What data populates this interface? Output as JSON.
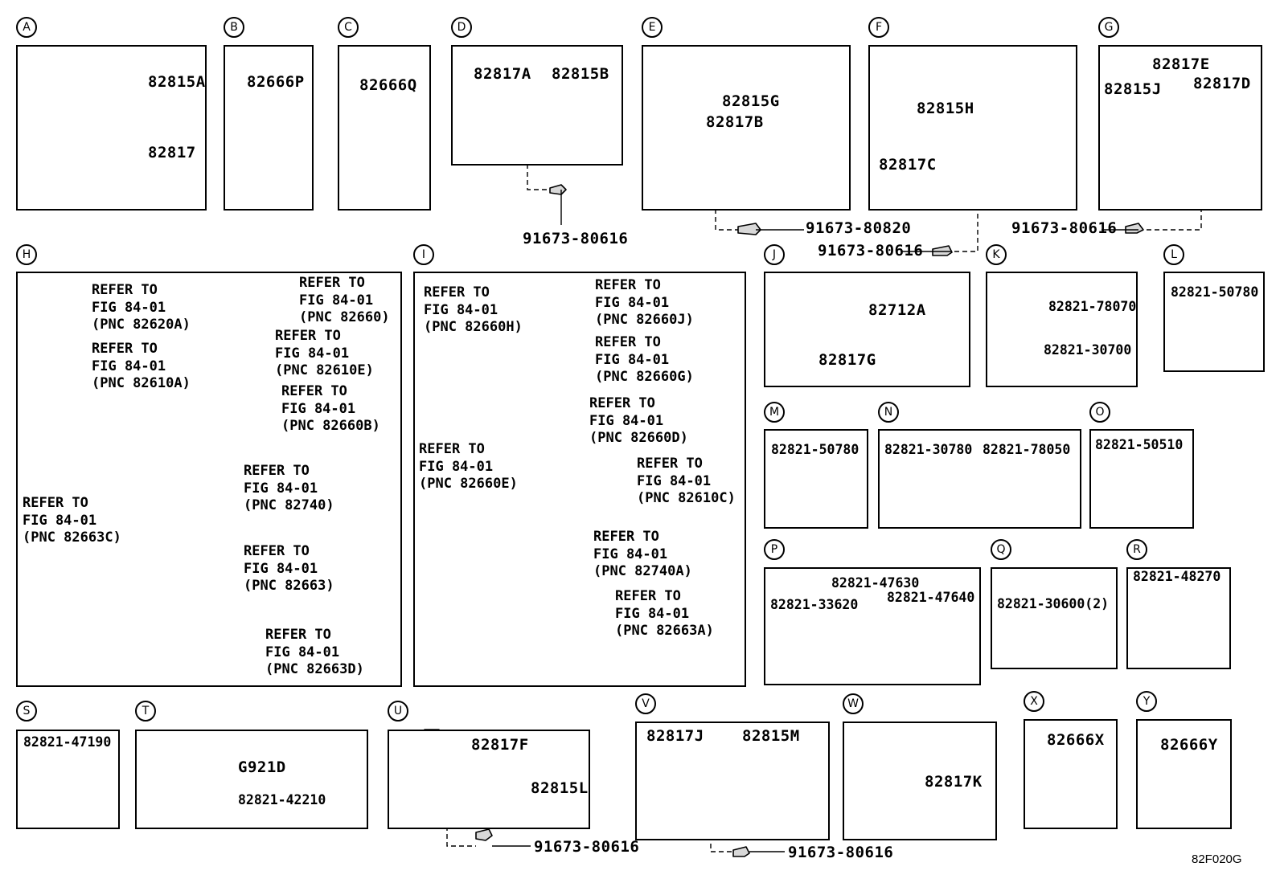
{
  "sections": [
    {
      "letter": "A",
      "labels": [
        "82815A",
        "82817"
      ]
    },
    {
      "letter": "B",
      "labels": [
        "82666P"
      ]
    },
    {
      "letter": "C",
      "labels": [
        "82666Q"
      ]
    },
    {
      "letter": "D",
      "labels": [
        "82817A",
        "82815B"
      ],
      "bolt": "91673-80616"
    },
    {
      "letter": "E",
      "labels": [
        "82815G",
        "82817B"
      ],
      "bolt": "91673-80820"
    },
    {
      "letter": "F",
      "labels": [
        "82815H",
        "82817C"
      ],
      "bolt": "91673-80616"
    },
    {
      "letter": "G",
      "labels": [
        "82817E",
        "82815J",
        "82817D"
      ],
      "bolt": "91673-80616"
    },
    {
      "letter": "H",
      "refs": [
        "REFER TO\nFIG 84-01\n(PNC 82620A)",
        "REFER TO\nFIG 84-01\n(PNC 82660)",
        "REFER TO\nFIG 84-01\n(PNC 82610E)",
        "REFER TO\nFIG 84-01\n(PNC 82610A)",
        "REFER TO\nFIG 84-01\n(PNC 82660B)",
        "REFER TO\nFIG 84-01\n(PNC 82740)",
        "REFER TO\nFIG 84-01\n(PNC 82663C)",
        "REFER TO\nFIG 84-01\n(PNC 82663)",
        "REFER TO\nFIG 84-01\n(PNC 82663D)"
      ]
    },
    {
      "letter": "I",
      "refs": [
        "REFER TO\nFIG 84-01\n(PNC 82660H)",
        "REFER TO\nFIG 84-01\n(PNC 82660J)",
        "REFER TO\nFIG 84-01\n(PNC 82660G)",
        "REFER TO\nFIG 84-01\n(PNC 82660D)",
        "REFER TO\nFIG 84-01\n(PNC 82660E)",
        "REFER TO\nFIG 84-01\n(PNC 82610C)",
        "REFER TO\nFIG 84-01\n(PNC 82740A)",
        "REFER TO\nFIG 84-01\n(PNC 82663A)"
      ]
    },
    {
      "letter": "J",
      "labels": [
        "82712A",
        "82817G"
      ]
    },
    {
      "letter": "K",
      "labels": [
        "82821-78070",
        "82821-30700"
      ]
    },
    {
      "letter": "L",
      "labels": [
        "82821-50780"
      ]
    },
    {
      "letter": "M",
      "labels": [
        "82821-50780"
      ]
    },
    {
      "letter": "N",
      "labels": [
        "82821-30780",
        "82821-78050"
      ]
    },
    {
      "letter": "O",
      "labels": [
        "82821-50510"
      ]
    },
    {
      "letter": "P",
      "labels": [
        "82821-47630",
        "82821-33620",
        "82821-47640"
      ]
    },
    {
      "letter": "Q",
      "labels": [
        "82821-30600(2)"
      ]
    },
    {
      "letter": "R",
      "labels": [
        "82821-48270"
      ]
    },
    {
      "letter": "S",
      "labels": [
        "82821-47190"
      ]
    },
    {
      "letter": "T",
      "labels": [
        "G921D",
        "82821-42210"
      ]
    },
    {
      "letter": "U",
      "labels": [
        "82817F",
        "82815L"
      ],
      "bolt": "91673-80616"
    },
    {
      "letter": "V",
      "labels": [
        "82817J",
        "82815M"
      ],
      "bolt": "91673-80616"
    },
    {
      "letter": "W",
      "labels": [
        "82817K"
      ]
    },
    {
      "letter": "X",
      "labels": [
        "82666X"
      ]
    },
    {
      "letter": "Y",
      "labels": [
        "82666Y"
      ]
    }
  ],
  "figure_code": "82F020G"
}
